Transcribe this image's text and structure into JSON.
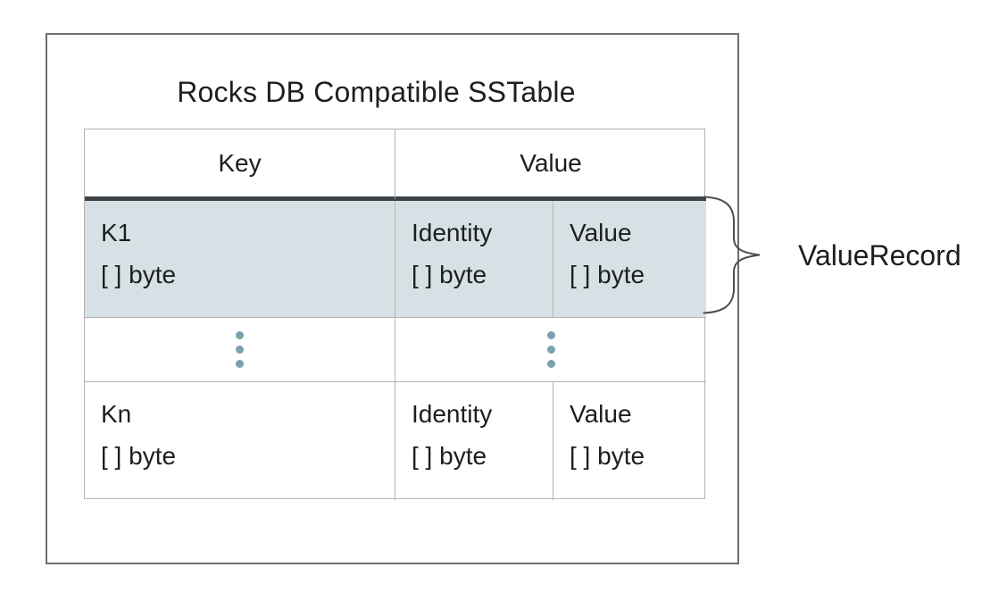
{
  "title": "Rocks DB Compatible SSTable",
  "table": {
    "header": {
      "key": "Key",
      "value": "Value"
    },
    "row_k1": {
      "key_name": "K1",
      "key_type": "[ ] byte",
      "identity_name": "Identity",
      "identity_type": "[ ] byte",
      "value_name": "Value",
      "value_type": "[ ] byte"
    },
    "row_kn": {
      "key_name": "Kn",
      "key_type": "[ ] byte",
      "identity_name": "Identity",
      "identity_type": "[ ] byte",
      "value_name": "Value",
      "value_type": "[ ] byte"
    }
  },
  "annotation": {
    "label": "ValueRecord"
  },
  "colors": {
    "highlight_row_bg": "#d6e1e5",
    "ellipsis_dot": "#7aa1ad",
    "header_rule": "#3d4347",
    "table_border": "#b3b3b3",
    "outer_border": "#6e6e6e",
    "brace_stroke": "#4d4d4d",
    "text": "#1e1e1e"
  }
}
